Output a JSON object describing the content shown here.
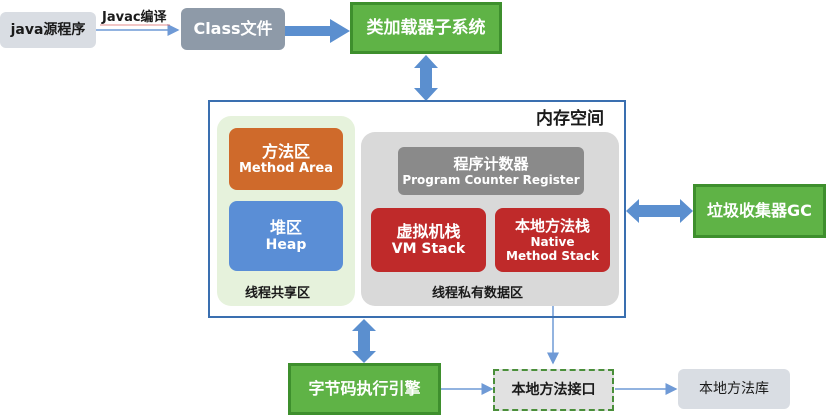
{
  "nodes": {
    "java_source": "java源程序",
    "javac_label": "Javac编译",
    "class_file": "Class文件",
    "class_loader": "类加载器子系统",
    "memory_title": "内存空间",
    "method_area_zh": "方法区",
    "method_area_en": "Method Area",
    "heap_zh": "堆区",
    "heap_en": "Heap",
    "shared_label": "线程共享区",
    "pc_zh": "程序计数器",
    "pc_en": "Program Counter Register",
    "vm_stack_zh": "虚拟机栈",
    "vm_stack_en": "VM Stack",
    "native_stack_zh": "本地方法栈",
    "native_stack_en": "Native Method Stack",
    "private_label": "线程私有数据区",
    "gc": "垃圾收集器GC",
    "exec_engine": "字节码执行引擎",
    "native_interface": "本地方法接口",
    "native_library": "本地方法库"
  },
  "colors": {
    "green": "#5fb346",
    "blue_frame": "#3a6fb0",
    "arrow_blue": "#5b8fcf",
    "orange": "#cf6a2b",
    "heap_blue": "#5a8ed6",
    "red": "#bf2a2a",
    "shared_bg": "#e6f2dc",
    "private_bg": "#d9d9d9"
  }
}
